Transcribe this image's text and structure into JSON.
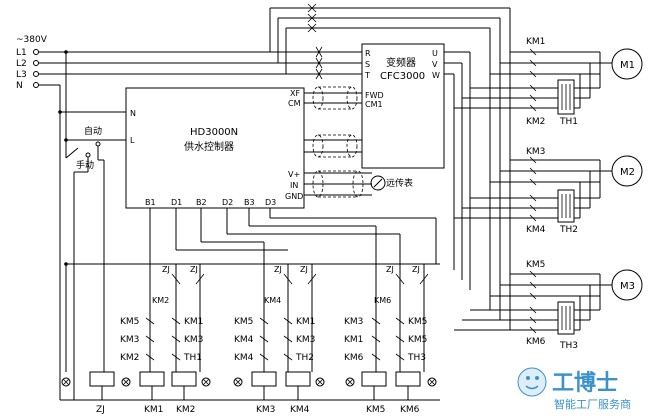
{
  "supply": {
    "voltage": "~380V",
    "phases": [
      "L1",
      "L2",
      "L3",
      "N"
    ]
  },
  "controller": {
    "model": "HD3000N",
    "name": "供水控制器",
    "pins_left": [
      "N",
      "L"
    ],
    "pins_right": [
      "XF",
      "CM",
      "V+",
      "IN",
      "GND"
    ],
    "pins_bottom": [
      "B1",
      "D1",
      "B2",
      "D2",
      "B3",
      "D3"
    ]
  },
  "inverter": {
    "name": "变频器",
    "model": "CFC3000",
    "inputs": [
      "R",
      "S",
      "T"
    ],
    "outputs": [
      "U",
      "V",
      "W"
    ],
    "terminals": [
      "FWD",
      "CM1"
    ]
  },
  "switch": {
    "auto": "自动",
    "manual": "手动"
  },
  "sensor": {
    "label": "远传表"
  },
  "motors": [
    {
      "label": "M1",
      "top_contactor": "KM1",
      "bottom_contactor": "KM2",
      "relay": "TH1"
    },
    {
      "label": "M2",
      "top_contactor": "KM3",
      "bottom_contactor": "KM4",
      "relay": "TH2"
    },
    {
      "label": "M3",
      "top_contactor": "KM5",
      "bottom_contactor": "KM6",
      "relay": "TH3"
    }
  ],
  "groups": [
    {
      "zj": "ZJ",
      "interlock": "KM2",
      "c1": "KM5",
      "c2": "KM3",
      "c3": "KM2",
      "r1": "KM1",
      "r2": "KM3",
      "r3": "TH1"
    },
    {
      "zj": "ZJ",
      "interlock": "KM4",
      "c1": "KM5",
      "c2": "KM4",
      "c3": "KM4",
      "r1": "KM1",
      "r2": "KM3",
      "r3": "TH2"
    },
    {
      "zj": "ZJ",
      "interlock": "KM6",
      "c1": "KM3",
      "c2": "KM1",
      "c3": "KM6",
      "r1": "KM5",
      "r2": "KM5",
      "r3": "TH3"
    }
  ],
  "coils": [
    "ZJ",
    "KM1",
    "KM2",
    "KM3",
    "KM4",
    "KM5",
    "KM6"
  ],
  "watermark": {
    "brand": "工博士",
    "tagline": "智能工厂服务商"
  }
}
